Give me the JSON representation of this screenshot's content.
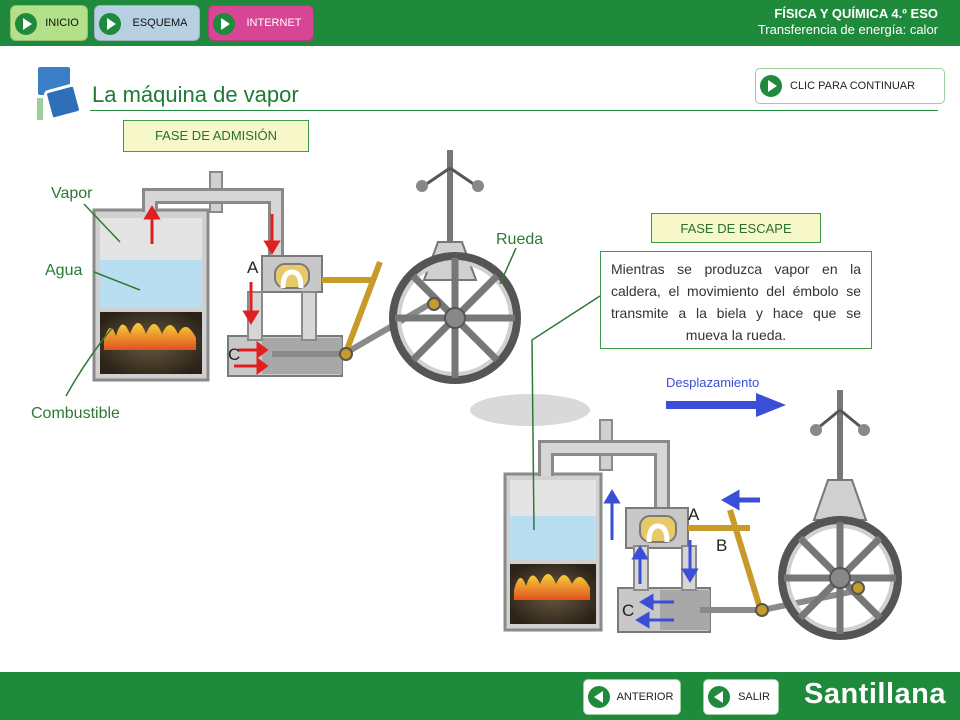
{
  "header": {
    "nav": {
      "inicio": "INICIO",
      "esquema": "ESQUEMA",
      "internet": "INTERNET"
    },
    "subject": "FÍSICA Y QUÍMICA 4.º ESO",
    "unit": "Transferencia de energía: calor"
  },
  "page": {
    "title": "La máquina de vapor",
    "continue_label": "CLIC PARA CONTINUAR"
  },
  "admission": {
    "phase_label": "FASE DE ADMISIÓN",
    "labels": {
      "vapor": "Vapor",
      "agua": "Agua",
      "combustible": "Combustible",
      "rueda": "Rueda"
    },
    "letters": {
      "a": "A",
      "c": "C"
    }
  },
  "exhaust": {
    "phase_label": "FASE DE ESCAPE",
    "description": "Mientras se produzca vapor en la caldera, el movimiento del émbolo se transmite a la biela y hace que se mueva la rueda.",
    "displacement_label": "Desplazamiento",
    "letters": {
      "a": "A",
      "b": "B",
      "c": "C"
    }
  },
  "footer": {
    "prev": "ANTERIOR",
    "exit": "SALIR",
    "brand": "Santillana"
  },
  "colors": {
    "brand_green": "#1f8a3c",
    "inicio": "#b4e08a",
    "esquema": "#b7d0e2",
    "internet": "#d74694",
    "steam_arrow": "#e02020",
    "exhaust_arrow": "#3a4fd6"
  }
}
